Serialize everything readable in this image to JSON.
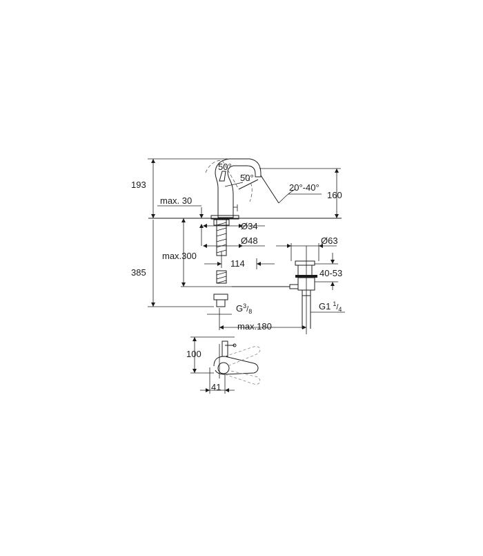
{
  "dimensions": {
    "height_193": "193",
    "height_160": "160",
    "height_385": "385",
    "max_30": "max. 30",
    "max_300": "max.300",
    "dist_114": "114",
    "max_180": "max.180",
    "dia_34": "Ø34",
    "dia_48": "Ø48",
    "dia_63": "Ø63",
    "range_40_53": "40-53",
    "angle_50_top": "50°",
    "angle_50_side": "50°",
    "angle_20_40": "20°-40°",
    "thread_g": "G",
    "thread_g_sup": "3",
    "thread_g_sub": "8",
    "thread_g1": "G1",
    "thread_g1_sup": "1",
    "thread_g1_sub": "4",
    "top_100": "100",
    "top_41": "41"
  },
  "colors": {
    "line": "#1a1a1a",
    "background": "#ffffff"
  }
}
